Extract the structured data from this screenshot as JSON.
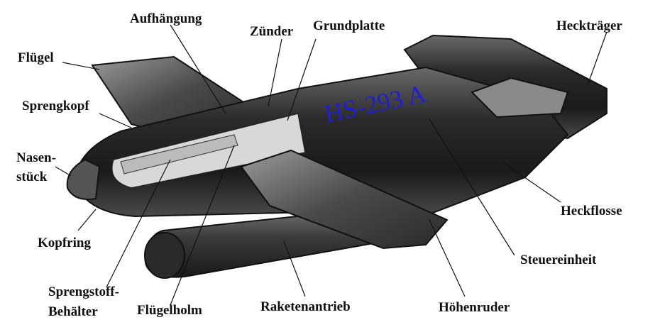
{
  "diagram": {
    "title": "HS-293 A",
    "title_color": "#1f1fd0",
    "labels": {
      "aufhaengung": "Aufhängung",
      "zuender": "Zünder",
      "grundplatte": "Grundplatte",
      "hecktraeger": "Heckträger",
      "fluegel": "Flügel",
      "sprengkopf": "Sprengkopf",
      "nasen_1": "Nasen-",
      "nasen_2": "stück",
      "kopfring": "Kopfring",
      "sprengstoff_1": "Sprengstoff-",
      "sprengstoff_2": "Behälter",
      "fluegelholm": "Flügelholm",
      "raketenantrieb": "Raketenantrieb",
      "hoehenruder": "Höhenruder",
      "steuereinheit": "Steuereinheit",
      "heckflosse": "Heckflosse"
    }
  }
}
